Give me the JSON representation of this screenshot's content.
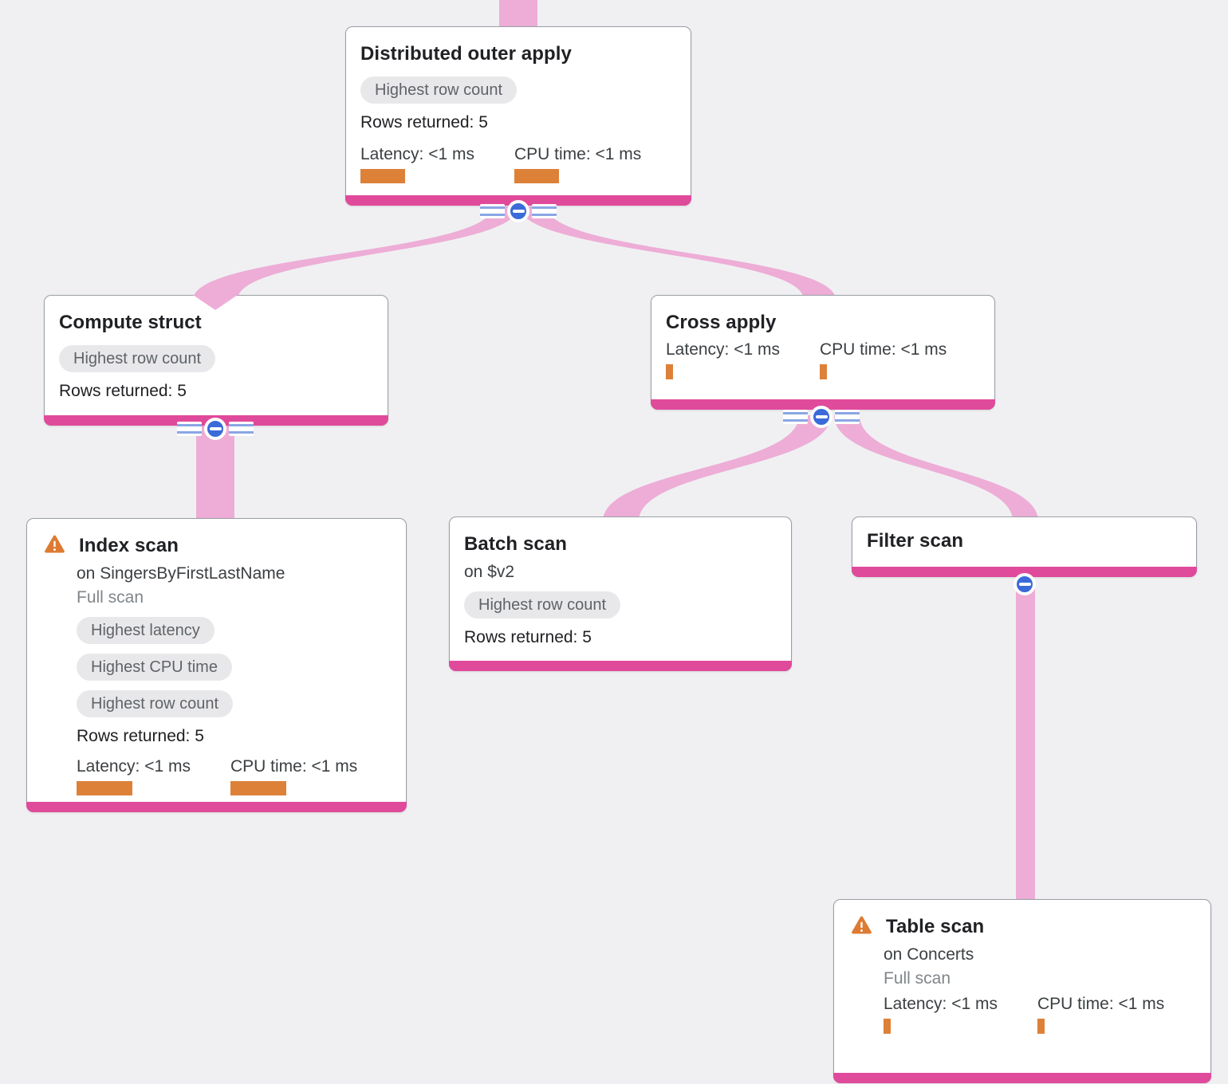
{
  "colors": {
    "bg": "#f0f0f2",
    "ribbon": "#edadd6",
    "accent": "#e04a9b",
    "blue": "#3a6bd8",
    "orange": "#dd8139",
    "warn": "#dd7b33",
    "badge_bg": "#e8e8ea"
  },
  "nodes": {
    "distributed_outer_apply": {
      "title": "Distributed outer apply",
      "badge": "Highest row count",
      "rows": "Rows returned: 5",
      "latency": "Latency: <1 ms",
      "cpu": "CPU time: <1 ms"
    },
    "compute_struct": {
      "title": "Compute struct",
      "badge": "Highest row count",
      "rows": "Rows returned: 5"
    },
    "cross_apply": {
      "title": "Cross apply",
      "latency": "Latency: <1 ms",
      "cpu": "CPU time: <1 ms"
    },
    "index_scan": {
      "title": "Index scan",
      "on": "on SingersByFirstLastName",
      "scan": "Full scan",
      "badges": [
        "Highest latency",
        "Highest CPU time",
        "Highest row count"
      ],
      "rows": "Rows returned: 5",
      "latency": "Latency: <1 ms",
      "cpu": "CPU time: <1 ms"
    },
    "batch_scan": {
      "title": "Batch scan",
      "on": "on $v2",
      "badge": "Highest row count",
      "rows": "Rows returned: 5"
    },
    "filter_scan": {
      "title": "Filter scan"
    },
    "table_scan": {
      "title": "Table scan",
      "on": "on Concerts",
      "scan": "Full scan",
      "latency": "Latency: <1 ms",
      "cpu": "CPU time: <1 ms"
    }
  }
}
